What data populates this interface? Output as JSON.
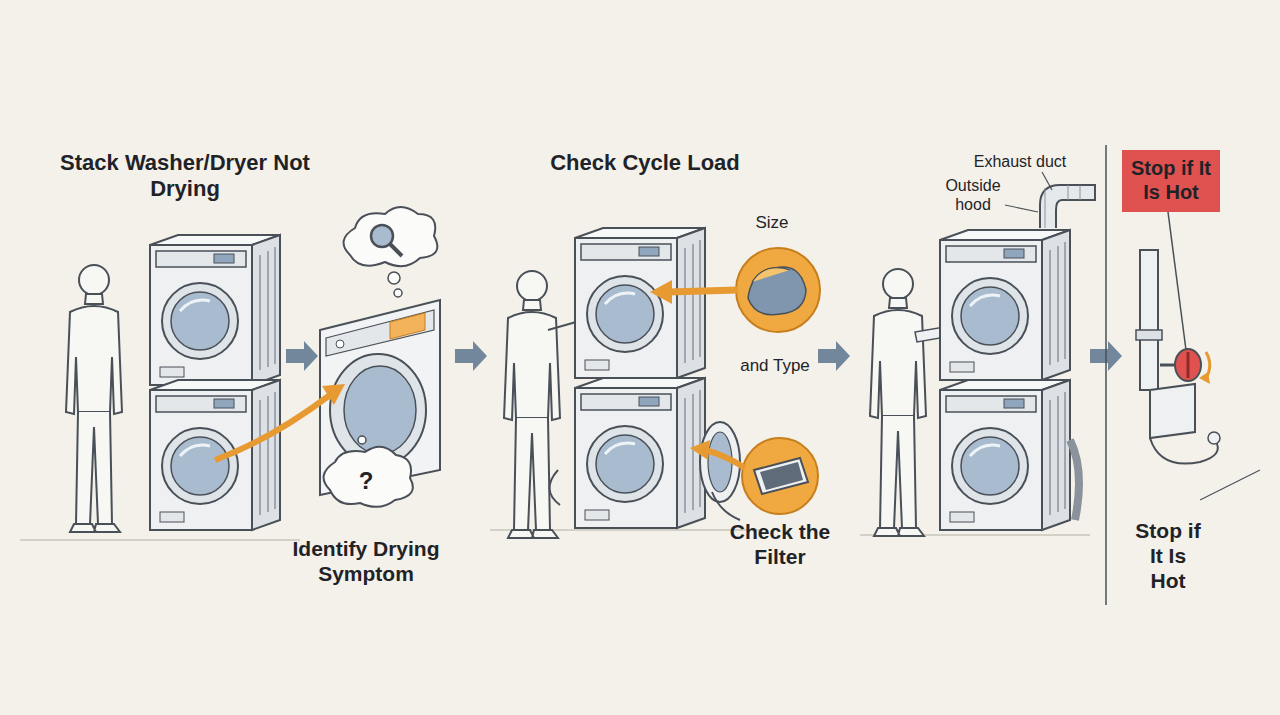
{
  "diagram": {
    "nodes": [
      {
        "text": [
          "Stop if It Is Hot"
        ]
      }
    ],
    "labels": [
      "Stack Washer/Dryer Not Drying",
      "Identify Drying Symptom",
      "Check Cycle Load",
      "Size",
      "and Type",
      "Check the Filter",
      "Exhaust duct",
      "Outside hood",
      "Stop if It Is Hot",
      "?"
    ]
  }
}
